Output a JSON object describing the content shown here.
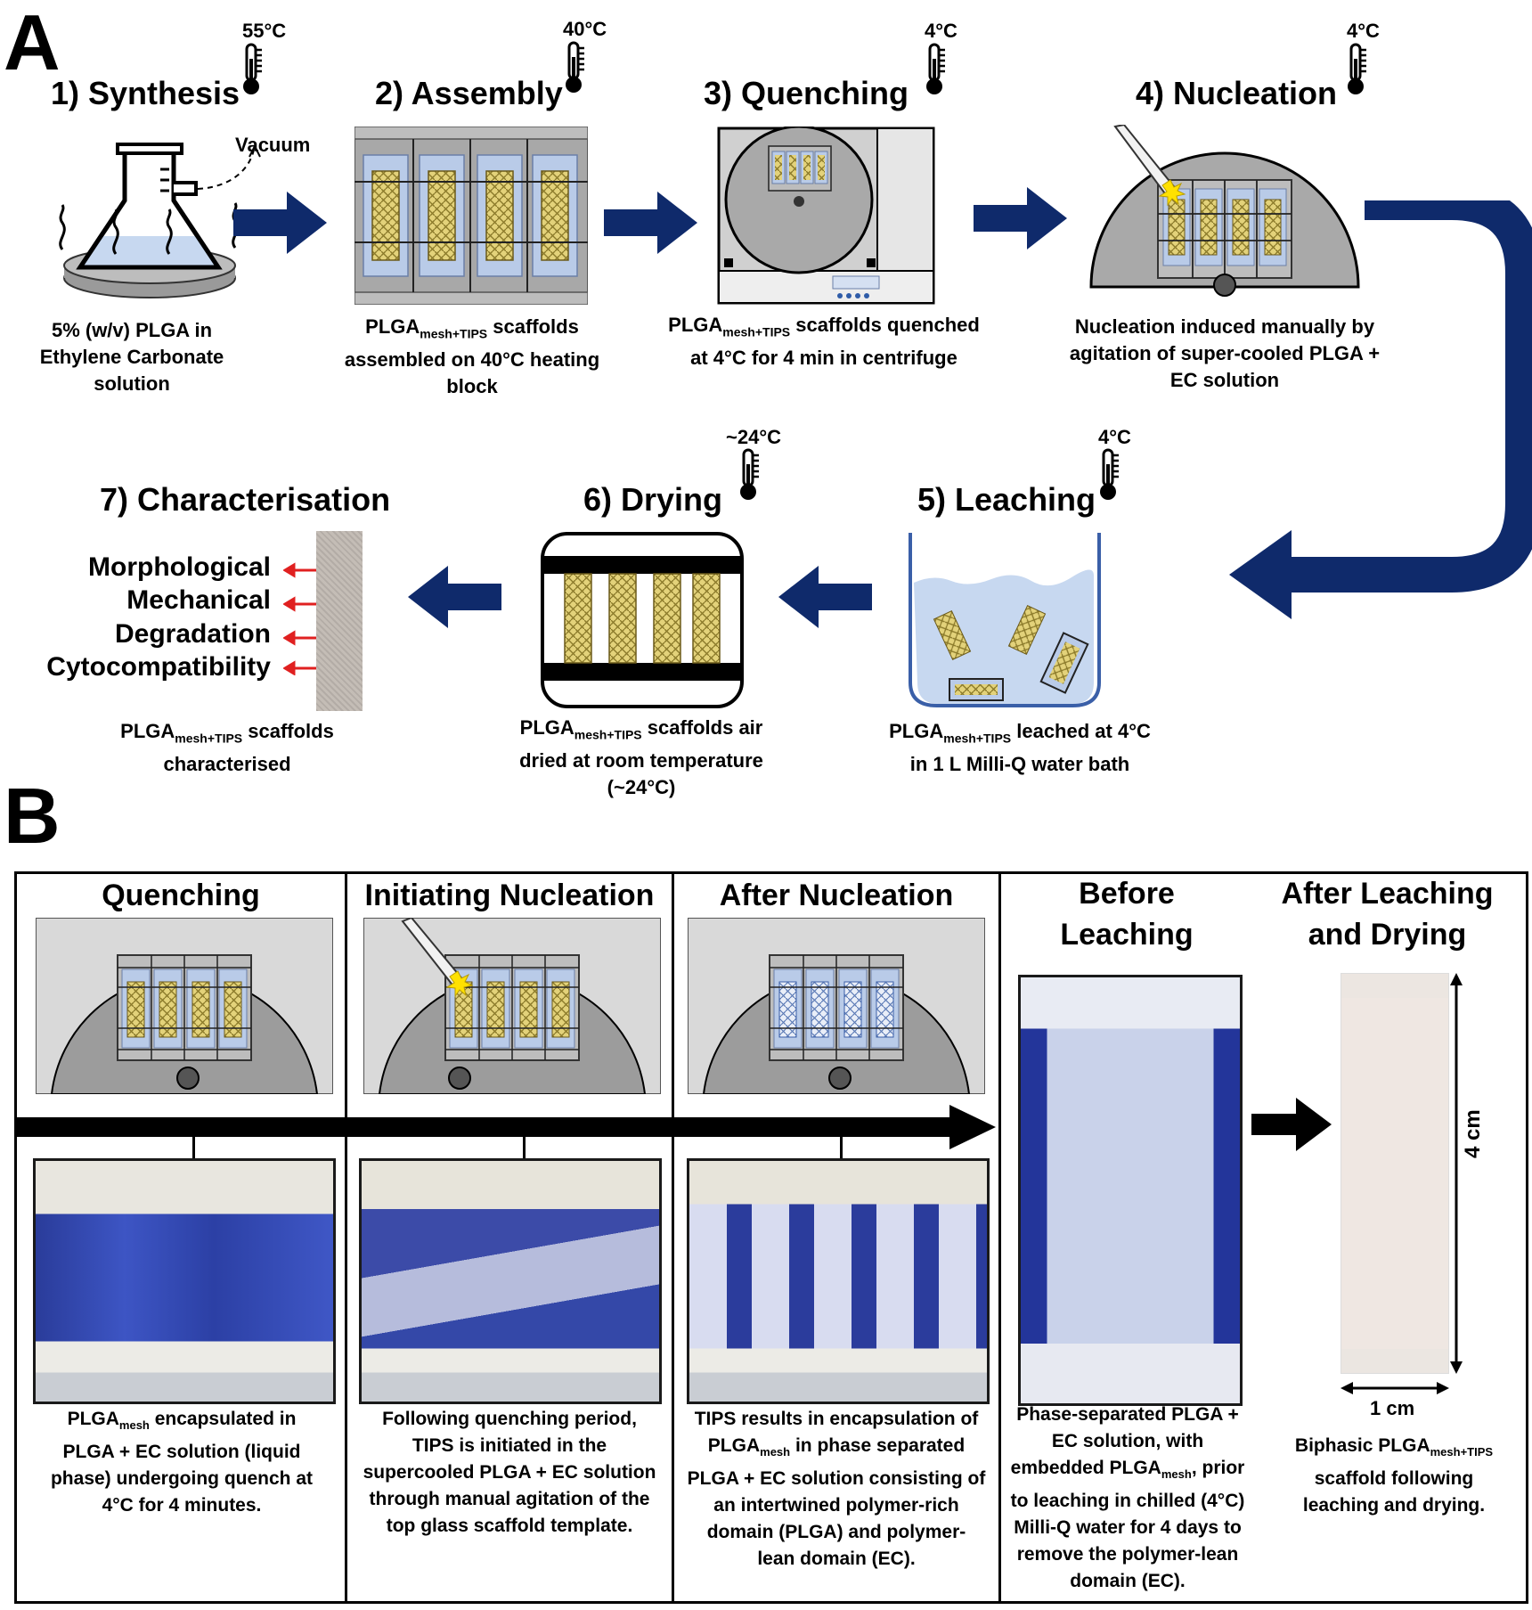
{
  "panel_a": {
    "letter": "A",
    "steps": [
      {
        "title": "1) Synthesis",
        "temp": "55°C"
      },
      {
        "title": "2) Assembly",
        "temp": "40°C"
      },
      {
        "title": "3) Quenching",
        "temp": "4°C"
      },
      {
        "title": "4) Nucleation",
        "temp": "4°C"
      },
      {
        "title": "5) Leaching",
        "temp": "4°C"
      },
      {
        "title": "6) Drying",
        "temp": "~24°C"
      },
      {
        "title": "7) Characterisation",
        "temp": ""
      }
    ],
    "vacuum_label": "Vacuum",
    "captions": {
      "synthesis": [
        "5% (w/v) PLGA in",
        "Ethylene Carbonate",
        "solution"
      ],
      "assembly": {
        "pre": "PLGA",
        "sub": "mesh+TIPS",
        "post": " scaffolds",
        "line2": "assembled on 40°C heating",
        "line3": "block"
      },
      "quenching": {
        "pre": "PLGA",
        "sub": "mesh+TIPS",
        "post": " scaffolds quenched",
        "line2": "at 4°C for 4 min in centrifuge"
      },
      "nucleation": [
        "Nucleation induced manually by",
        "agitation of super-cooled PLGA +",
        "EC solution"
      ],
      "leaching": {
        "pre": "PLGA",
        "sub": "mesh+TIPS",
        "post": " leached at 4°C",
        "line2": "in 1 L Milli-Q water bath"
      },
      "drying": {
        "pre": "PLGA",
        "sub": "mesh+TIPS",
        "post": " scaffolds air",
        "line2": "dried at room temperature",
        "line3": "(~24°C)"
      },
      "characterisation": {
        "pre": "PLGA",
        "sub": "mesh+TIPS",
        "post": " scaffolds",
        "line2": "characterised"
      }
    },
    "characterisation_items": [
      "Morphological",
      "Mechanical",
      "Degradation",
      "Cytocompatibility"
    ]
  },
  "panel_b": {
    "letter": "B",
    "headers": {
      "quenching": "Quenching",
      "initiating": "Initiating Nucleation",
      "after_nucleation": "After Nucleation",
      "before_leaching": [
        "Before",
        "Leaching"
      ],
      "after_leaching": [
        "After Leaching",
        "and Drying"
      ]
    },
    "scale": {
      "vertical": "4 cm",
      "horizontal": "1 cm"
    },
    "captions": {
      "quenching": {
        "l1a": "PLGA",
        "l1sub": "mesh",
        "l1b": " encapsulated in",
        "rest": [
          "PLGA + EC solution (liquid",
          "phase) undergoing quench at",
          "4°C for 4 minutes."
        ]
      },
      "initiating": [
        "Following quenching period,",
        "TIPS is initiated in the",
        "supercooled PLGA + EC solution",
        "through manual agitation of the",
        "top glass scaffold template."
      ],
      "after_nucleation": {
        "l1": "TIPS results in encapsulation of",
        "l2a": "PLGA",
        "l2sub": "mesh",
        "l2b": " in phase separated",
        "rest": [
          "PLGA + EC solution consisting of",
          "an intertwined polymer-rich",
          "domain (PLGA) and polymer-",
          "lean domain (EC)."
        ]
      },
      "before_leaching": {
        "l1": "Phase-separated PLGA +",
        "l2": "EC solution, with",
        "l3a": "embedded PLGA",
        "l3sub": "mesh",
        "l3b": ", prior",
        "rest": [
          "to leaching in chilled (4°C)",
          "Milli-Q water for 4 days to",
          "remove the polymer-lean",
          "domain (EC)."
        ]
      },
      "after_leaching": {
        "l1a": "Biphasic PLGA",
        "l1sub": "mesh+TIPS",
        "rest": [
          "scaffold following",
          "leaching and drying."
        ]
      }
    }
  },
  "colors": {
    "arrow_navy": "#0f2a6b",
    "gray_body": "#a9a9a9",
    "light_blue": "#b9cbe8",
    "scaffold_gold": "#d6c46a",
    "red_arrow": "#e02020"
  }
}
